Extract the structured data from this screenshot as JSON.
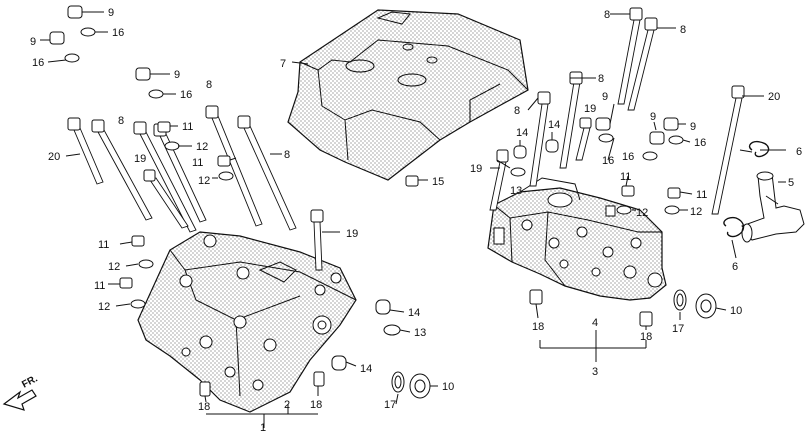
{
  "diagram": {
    "callouts": {
      "c9a": "9",
      "c16a": "16",
      "c9b": "9",
      "c16b": "16",
      "c9c": "9",
      "c16c": "16",
      "c8a": "8",
      "c11a": "11",
      "c8b": "8",
      "c12a": "12",
      "c20a": "20",
      "c19a": "19",
      "c11b": "11",
      "c12b": "12",
      "c8c": "8",
      "c8d": "8",
      "c7": "7",
      "c15": "15",
      "c19b": "19",
      "c11c": "11",
      "c12c": "12",
      "c11d": "11",
      "c12d": "12",
      "c14a": "14",
      "c13a": "13",
      "c14b": "14",
      "c17a": "17",
      "c10a": "10",
      "c18a": "18",
      "c2": "2",
      "c18b": "18",
      "c1": "1",
      "c8e": "8",
      "c8f": "8",
      "c8g": "8",
      "c20b": "20",
      "c8h": "8",
      "c19c": "19",
      "c9d": "9",
      "c14c": "14",
      "c14d": "14",
      "c9e": "9",
      "c9f": "9",
      "c16d": "16",
      "c16e": "16",
      "c16f": "16",
      "c19d": "19",
      "c13b": "13",
      "c11e": "11",
      "c12e": "12",
      "c11f": "11",
      "c12f": "12",
      "c6a": "6",
      "c5": "5",
      "c6b": "6",
      "c17b": "17",
      "c10b": "10",
      "c18c": "18",
      "c4": "4",
      "c18d": "18",
      "c3": "3"
    },
    "direction_label": "FR."
  }
}
